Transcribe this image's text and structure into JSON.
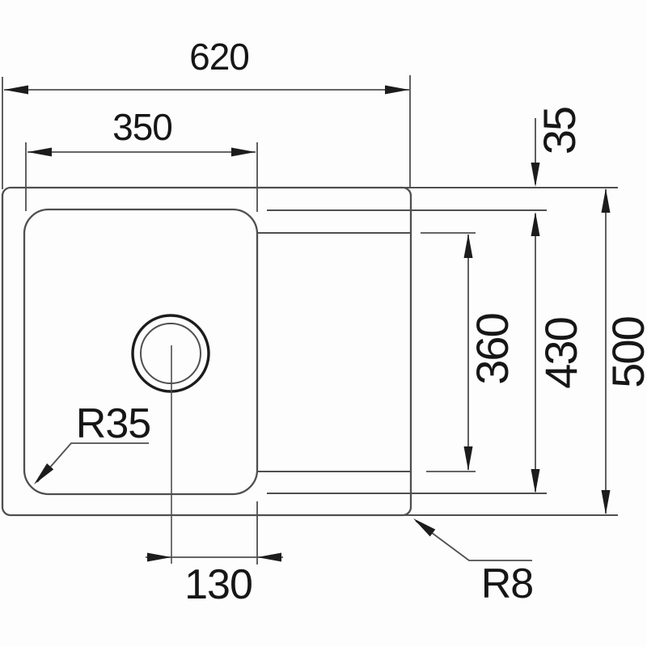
{
  "title": "Sink dimensional drawing (top view)",
  "colors": {
    "line": "#4f4f4f",
    "dark": "#1c1c1c",
    "text": "#161616",
    "background": "#fdfdfd"
  },
  "dimensions": {
    "overall_width": "620",
    "bowl_width": "350",
    "rim_inset": "35",
    "drainboard_depth": "360",
    "inner_depth": "430",
    "overall_depth": "500",
    "drain_offset": "130",
    "bowl_corner_radius": "R35",
    "outer_corner_radius": "R8"
  }
}
